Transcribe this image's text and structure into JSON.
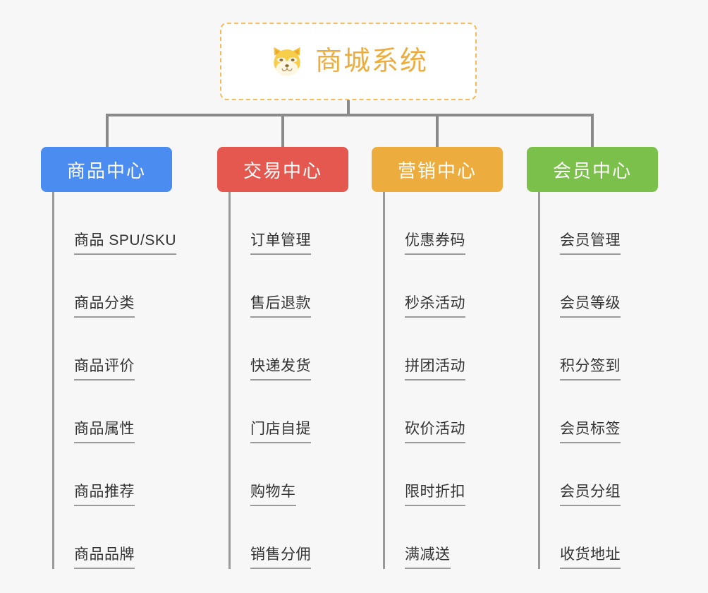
{
  "page": {
    "background_color": "#f7f7f7",
    "diagram_type": "tree-hierarchy"
  },
  "root": {
    "title": "商城系统",
    "icon": "shiba-dog-face-icon",
    "text_color": "#edad3e",
    "border_color": "#f2bc58",
    "border_style": "dashed",
    "background_color": "#ffffff"
  },
  "connector": {
    "color": "#8a8a8a"
  },
  "columns": [
    {
      "label": "商品中心",
      "color": "#4a8cf0",
      "name": "product-center",
      "items": [
        "商品 SPU/SKU",
        "商品分类",
        "商品评价",
        "商品属性",
        "商品推荐",
        "商品品牌"
      ]
    },
    {
      "label": "交易中心",
      "color": "#e4584f",
      "name": "trade-center",
      "items": [
        "订单管理",
        "售后退款",
        "快递发货",
        "门店自提",
        "购物车",
        "销售分佣"
      ]
    },
    {
      "label": "营销中心",
      "color": "#edad3e",
      "name": "marketing-center",
      "items": [
        "优惠券码",
        "秒杀活动",
        "拼团活动",
        "砍价活动",
        "限时折扣",
        "满减送"
      ]
    },
    {
      "label": "会员中心",
      "color": "#7cc04c",
      "name": "member-center",
      "items": [
        "会员管理",
        "会员等级",
        "积分签到",
        "会员标签",
        "会员分组",
        "收货地址"
      ]
    }
  ]
}
